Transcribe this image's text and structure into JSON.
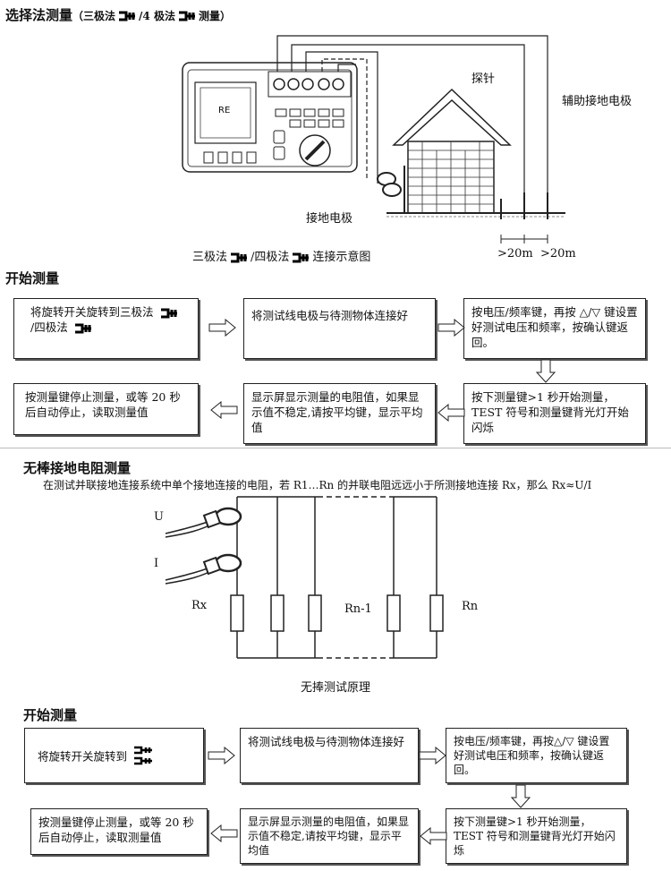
{
  "section1": {
    "title": "选择法测量",
    "subtitle_prefix": "（三极法",
    "subtitle_mid": "/4 极法",
    "subtitle_suffix": "测量）",
    "device_screen": "RE",
    "label_probe": "探针",
    "label_aux": "辅助接地电极",
    "label_ground": "接地电极",
    "label_dist1": ">20m",
    "label_dist2": ">20m",
    "caption_a": "三极法",
    "caption_b": "/四极法",
    "caption_c": "连接示意图"
  },
  "flow1": {
    "title": "开始测量",
    "step1": "将旋转开关旋转到三极法",
    "step1b": "/四极法",
    "step2": "将测试线电极与待测物体连接好",
    "step3": "按电压/频率键，再按 △/▽ 键设置好测试电压和频率，按确认键返回。",
    "step4": "按下测量键>1 秒开始测量，TEST 符号和测量键背光灯开始闪烁",
    "step5": "显示屏显示测量的电阻值，如果显示值不稳定,请按平均键，显示平均值",
    "step6": "按测量键停止测量，或等 20 秒后自动停止，读取测量值"
  },
  "section2": {
    "title": "无棒接地电阻测量",
    "desc": "在测试并联接地连接系统中单个接地连接的电阻，若 R1…Rn 的并联电阻远远小于所测接地连接 Rx，那么 Rx≈U/I",
    "label_u": "U",
    "label_i": "I",
    "label_rx": "Rx",
    "label_rn1": "Rn-1",
    "label_rn": "Rn",
    "caption": "无捧测试原理"
  },
  "flow2": {
    "title": "开始测量",
    "step1": "将旋转开关旋转到",
    "step2": "将测试线电极与待测物体连接好",
    "step3": "按电压/频率键，再按△/▽ 键设置好测试电压和频率，按确认键返回。",
    "step4": "按下测量键>1 秒开始测量，TEST 符号和测量键背光灯开始闪烁",
    "step5": "显示屏显示测量的电阻值，如果显示值不稳定,请按平均键，显示平均值",
    "step6": "按测量键停止测量，或等 20 秒后自动停止，读取测量值"
  }
}
